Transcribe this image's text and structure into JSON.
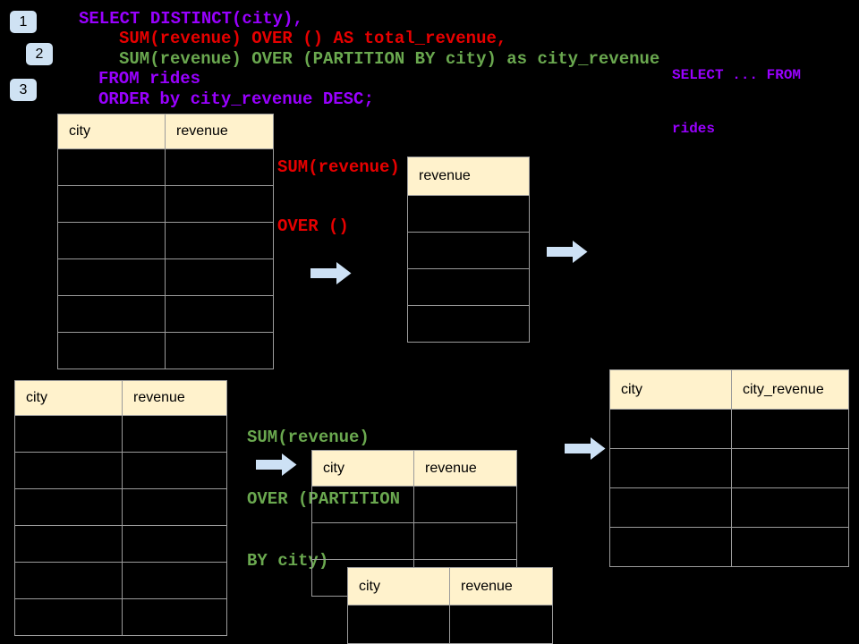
{
  "colors": {
    "background": "#000000",
    "table_header_fill": "#FFF2CC",
    "table_border": "#9B9B9B",
    "arrow_fill": "#CDE1F5",
    "badge_fill": "#CFE2F3",
    "sql_purple": "#9900FF",
    "sql_red": "#E60000",
    "sql_green": "#6AA84F"
  },
  "step_badges": [
    {
      "label": "1"
    },
    {
      "label": "2"
    },
    {
      "label": "3"
    }
  ],
  "sql_code": {
    "lines": [
      {
        "text": "SELECT DISTINCT(city),",
        "color": "#9900FF"
      },
      {
        "text": "SUM(revenue) OVER () AS total_revenue,",
        "color": "#E60000"
      },
      {
        "text": "SUM(revenue) OVER (PARTITION BY city) as city_revenue",
        "color": "#6AA84F"
      },
      {
        "text": "FROM rides",
        "color": "#9900FF"
      },
      {
        "text": "ORDER by city_revenue DESC;",
        "color": "#9900FF"
      }
    ]
  },
  "from_note": {
    "line1": "SELECT ... FROM",
    "line2": "rides"
  },
  "total_revenue_label": {
    "line1": "SUM(revenue)",
    "line2": "OVER ()"
  },
  "city_revenue_label": {
    "line1": "SUM(revenue)",
    "line2": "OVER (PARTITION",
    "line3": "BY city)"
  },
  "tables": {
    "source_top": {
      "headers": [
        "city",
        "revenue"
      ],
      "empty_rows": 6
    },
    "total_result": {
      "headers": [
        "revenue"
      ],
      "empty_rows": 4
    },
    "source_bottom": {
      "headers": [
        "city",
        "revenue"
      ],
      "empty_rows": 6
    },
    "partition_input": {
      "headers": [
        "city",
        "revenue"
      ],
      "empty_rows": 3
    },
    "partition_overlay": {
      "headers": [
        "city",
        "revenue"
      ],
      "empty_rows": 1
    },
    "city_revenue_result": {
      "headers": [
        "city",
        "city_revenue"
      ],
      "empty_rows": 4
    }
  }
}
